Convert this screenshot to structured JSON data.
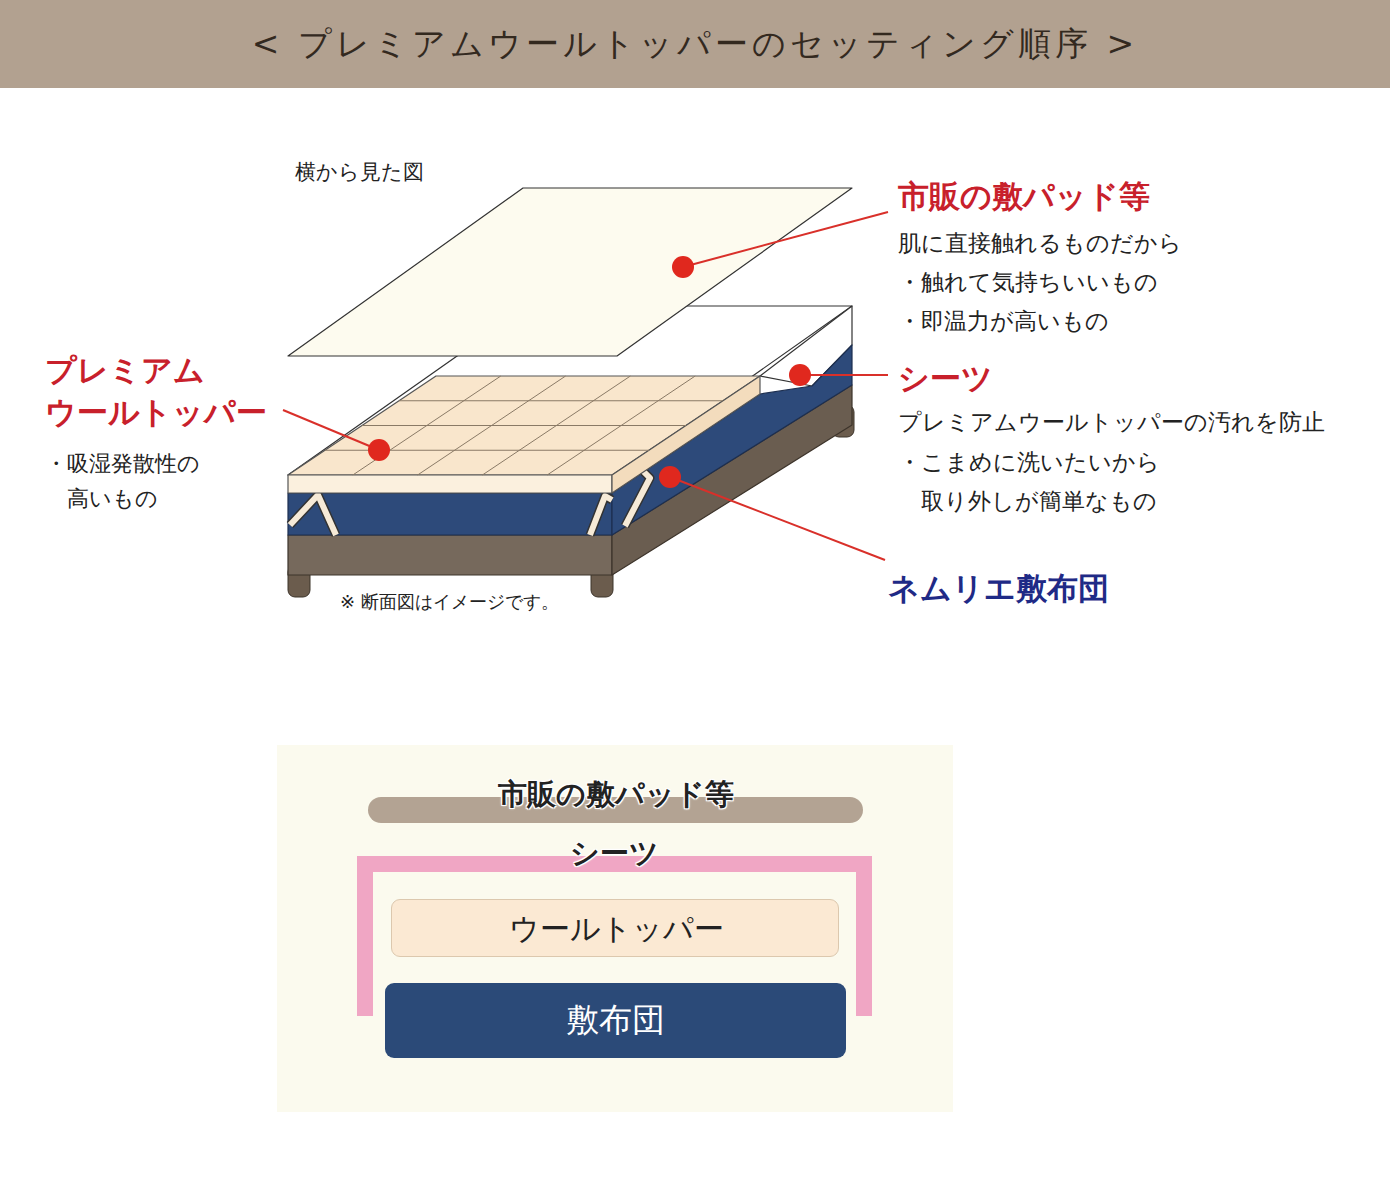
{
  "diagram": {
    "title": "< プレミアムウールトッパーのセッティング順序 >",
    "nodes": [
      {
        "text": [
          "市販の敷パッド等"
        ]
      },
      {
        "text": [
          "シーツ"
        ]
      },
      {
        "text": [
          "ウールトッパー"
        ]
      },
      {
        "text": [
          "敷布団"
        ]
      }
    ],
    "labels": [
      "横から見た図",
      "市販の敷パッド等",
      "肌に直接触れるものだから",
      "・触れて気持ちいいもの",
      "・即温力が高いもの",
      "シーツ",
      "プレミアムウールトッパーの汚れを防止",
      "・こまめに洗いたいから 取り外しが簡単なもの",
      "プレミアム ウールトッパー",
      "・吸湿発散性の 高いもの",
      "ネムリエ敷布団",
      "※ 断面図はイメージです。"
    ]
  }
}
